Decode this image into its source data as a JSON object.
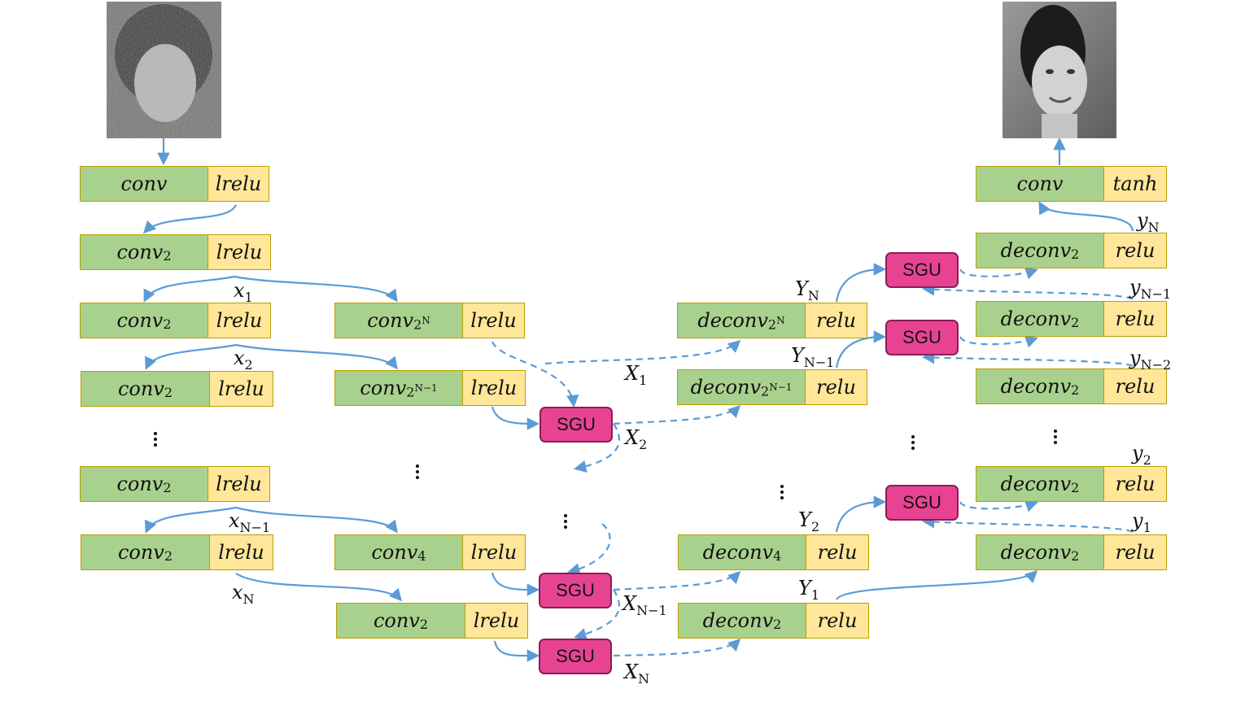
{
  "colors": {
    "conv_fill": "#a9d18e",
    "act_fill": "#ffe699",
    "sgu_fill": "#e84393",
    "arrow": "#5b9bd5"
  },
  "input_image": {
    "icon": "noisy-face-photo"
  },
  "output_image": {
    "icon": "restored-face-photo"
  },
  "blocks": {
    "in_conv": {
      "op": "conv",
      "sub": "",
      "act": "lrelu"
    },
    "enc_1": {
      "op": "conv",
      "sub": "2",
      "act": "lrelu"
    },
    "enc_2": {
      "op": "conv",
      "sub": "2",
      "act": "lrelu"
    },
    "enc_3": {
      "op": "conv",
      "sub": "2",
      "act": "lrelu"
    },
    "enc_4": {
      "op": "conv",
      "sub": "2",
      "act": "lrelu"
    },
    "enc_5": {
      "op": "conv",
      "sub": "2",
      "act": "lrelu"
    },
    "br_1": {
      "op": "conv",
      "sub": "2",
      "sup": "N",
      "act": "lrelu"
    },
    "br_2": {
      "op": "conv",
      "sub": "2",
      "sup": "N−1",
      "act": "lrelu"
    },
    "br_3": {
      "op": "conv",
      "sub": "4",
      "act": "lrelu"
    },
    "br_4": {
      "op": "conv",
      "sub": "2",
      "act": "lrelu"
    },
    "dec_1": {
      "op": "deconv",
      "sub": "2",
      "sup": "N",
      "act": "relu"
    },
    "dec_2": {
      "op": "deconv",
      "sub": "2",
      "sup": "N−1",
      "act": "relu"
    },
    "dec_3": {
      "op": "deconv",
      "sub": "4",
      "act": "relu"
    },
    "dec_4": {
      "op": "deconv",
      "sub": "2",
      "act": "relu"
    },
    "rd_1": {
      "op": "deconv",
      "sub": "2",
      "act": "relu"
    },
    "rd_2": {
      "op": "deconv",
      "sub": "2",
      "act": "relu"
    },
    "rd_3": {
      "op": "deconv",
      "sub": "2",
      "act": "relu"
    },
    "rd_4": {
      "op": "deconv",
      "sub": "2",
      "act": "relu"
    },
    "rd_5": {
      "op": "deconv",
      "sub": "2",
      "act": "relu"
    },
    "out_conv": {
      "op": "conv",
      "sub": "",
      "act": "tanh"
    }
  },
  "sgu_label": "SGU",
  "labels": {
    "x1": {
      "base": "x",
      "sub": "1"
    },
    "x2": {
      "base": "x",
      "sub": "2"
    },
    "xn1": {
      "base": "x",
      "sub": "N−1"
    },
    "xn": {
      "base": "x",
      "sub": "N"
    },
    "X1": {
      "base": "X",
      "sub": "1"
    },
    "X2": {
      "base": "X",
      "sub": "2"
    },
    "Xn1": {
      "base": "X",
      "sub": "N−1"
    },
    "Xn": {
      "base": "X",
      "sub": "N"
    },
    "YN": {
      "base": "Y",
      "sub": "N"
    },
    "YN1": {
      "base": "Y",
      "sub": "N−1"
    },
    "Y2": {
      "base": "Y",
      "sub": "2"
    },
    "Y1": {
      "base": "Y",
      "sub": "1"
    },
    "yN": {
      "base": "y",
      "sub": "N"
    },
    "yN1": {
      "base": "y",
      "sub": "N−1"
    },
    "yN2": {
      "base": "y",
      "sub": "N−2"
    },
    "y2": {
      "base": "y",
      "sub": "2"
    },
    "y1": {
      "base": "y",
      "sub": "1"
    }
  }
}
